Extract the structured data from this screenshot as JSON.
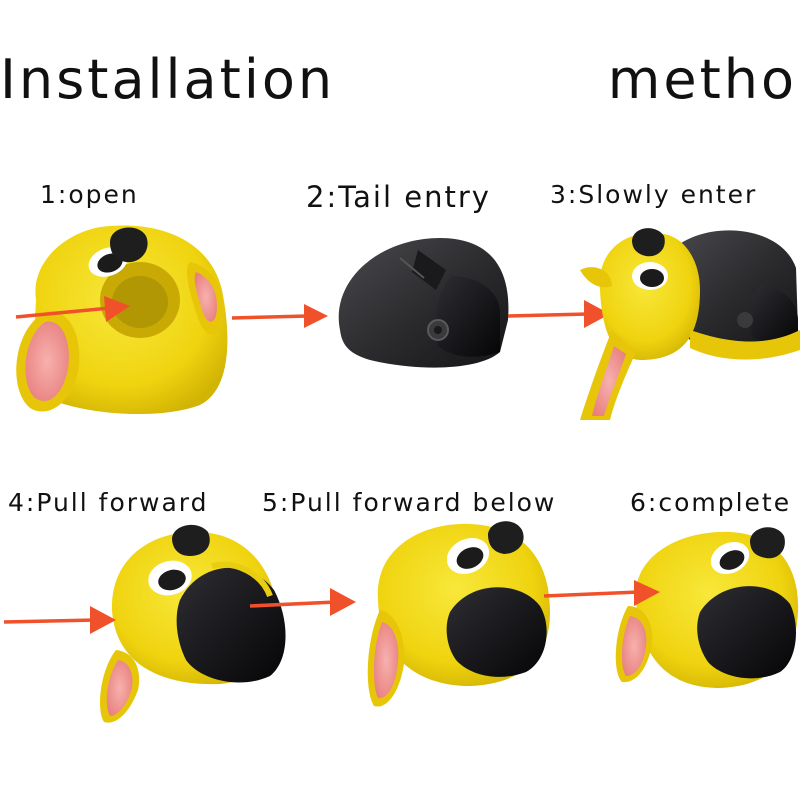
{
  "title": "Installation    method",
  "steps": [
    {
      "label": "1:open",
      "icon": "open-costume-icon"
    },
    {
      "label": "2:Tail entry",
      "icon": "bare-helmet-icon"
    },
    {
      "label": "3:Slowly enter",
      "icon": "helmet-entering-costume-icon"
    },
    {
      "label": "4:Pull forward",
      "icon": "helmet-pull-forward-icon"
    },
    {
      "label": "5:Pull forward below",
      "icon": "helmet-pull-forward-below-icon"
    },
    {
      "label": "6:complete",
      "icon": "completed-helmet-cover-icon"
    }
  ],
  "colors": {
    "fur": "#f2dc12",
    "fur_shadow": "#d9bd05",
    "ear_inner": "#f19a98",
    "helmet": "#2a2a2c",
    "visor": "#121214",
    "arrow": "#f0512a"
  }
}
